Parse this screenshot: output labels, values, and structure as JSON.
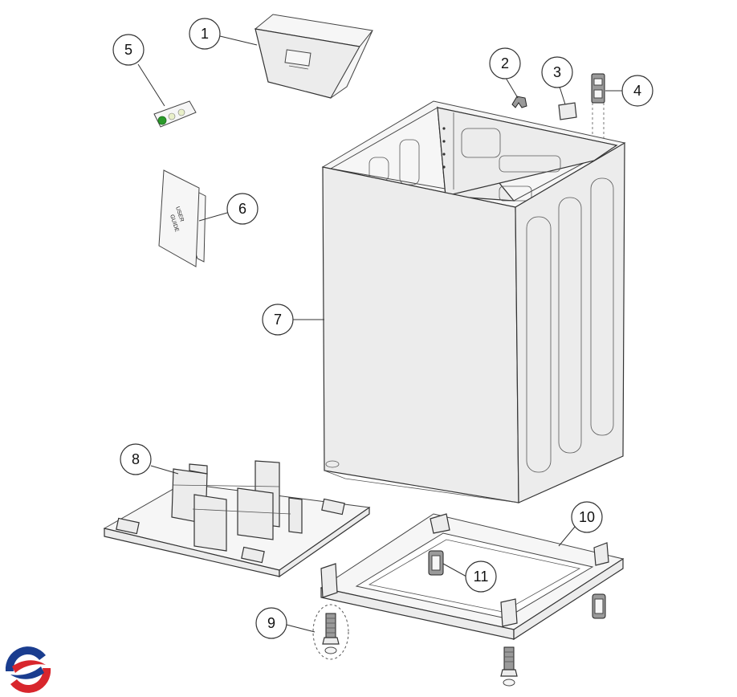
{
  "callouts": [
    {
      "id": "1",
      "label": "1"
    },
    {
      "id": "2",
      "label": "2"
    },
    {
      "id": "3",
      "label": "3"
    },
    {
      "id": "4",
      "label": "4"
    },
    {
      "id": "5",
      "label": "5"
    },
    {
      "id": "6",
      "label": "6"
    },
    {
      "id": "7",
      "label": "7"
    },
    {
      "id": "8",
      "label": "8"
    },
    {
      "id": "9",
      "label": "9"
    },
    {
      "id": "10",
      "label": "10"
    },
    {
      "id": "11",
      "label": "11"
    }
  ],
  "user_guide": {
    "line1": "USER",
    "line2": "GUIDE"
  },
  "colors": {
    "line": "#333333",
    "part_fill": "#ececec",
    "logo_blue": "#1a3d8f",
    "logo_red": "#d8262c",
    "green_part": "#2a9a2a"
  },
  "logo": {
    "icon": "brand-swirl-logo"
  }
}
